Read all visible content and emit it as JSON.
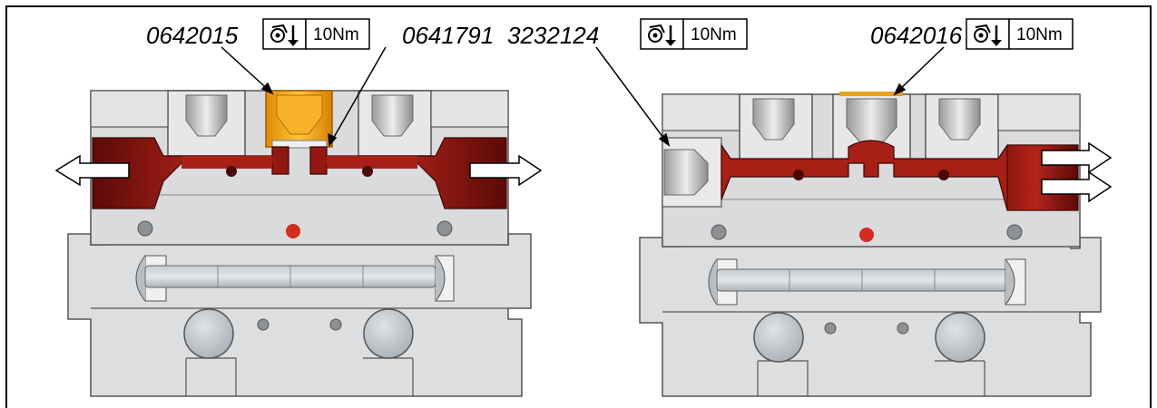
{
  "labels": {
    "part_a": "0642015",
    "part_b": "0641791",
    "part_c": "3232124",
    "part_d": "0642016"
  },
  "torque": {
    "left": "10Nm",
    "middle": "10Nm",
    "right": "10Nm",
    "icon": "torque-wrench-icon"
  },
  "colors": {
    "channel": "#9e1b15",
    "highlight_part": "#f2a516",
    "body": "#dadcde",
    "port_dot": "#d62b1f"
  }
}
